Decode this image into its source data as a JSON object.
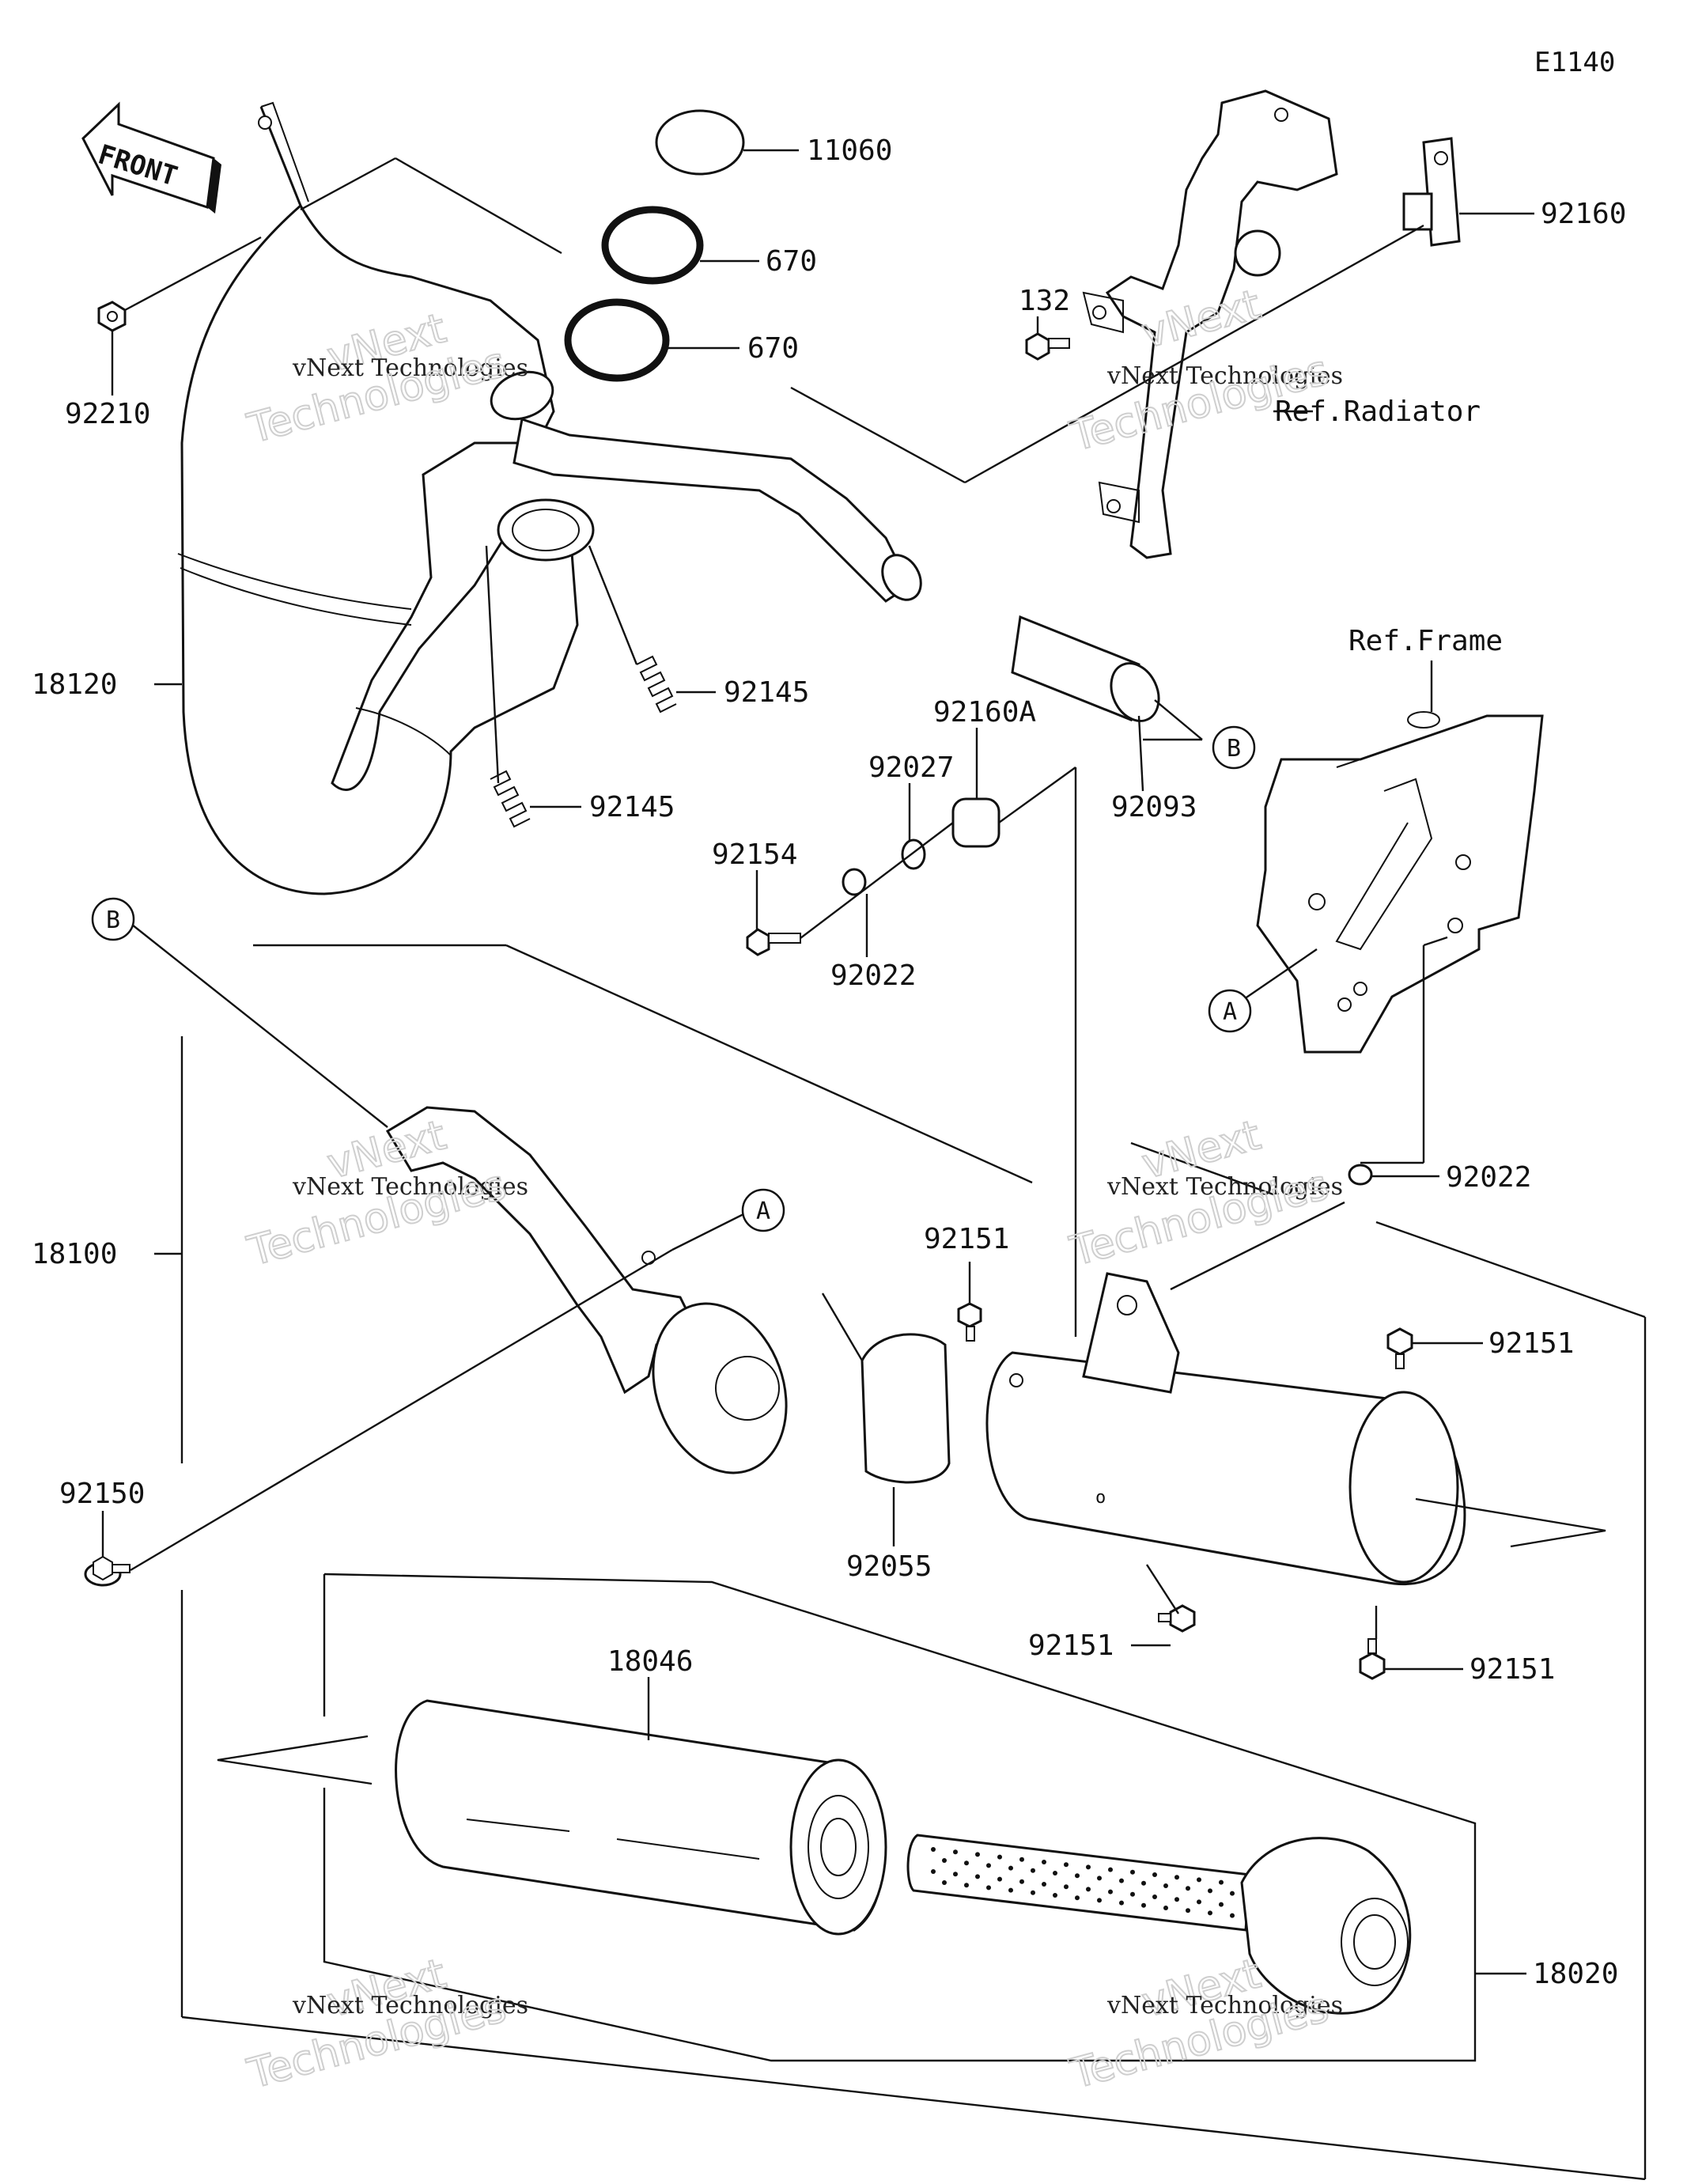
{
  "diagram_code": "E1140",
  "front_label": "FRONT",
  "watermark": {
    "line1": "vNext Technologies",
    "line2": "vNext",
    "line3": "Technologies"
  },
  "references": {
    "radiator": "Ref.Radiator",
    "frame": "Ref.Frame"
  },
  "markers": {
    "a": "A",
    "b": "B"
  },
  "parts": {
    "p11060": "11060",
    "p670_upper": "670",
    "p670_lower": "670",
    "p92160": "92160",
    "p132": "132",
    "p92210": "92210",
    "p18120": "18120",
    "p92145_upper": "92145",
    "p92145_lower": "92145",
    "p92093": "92093",
    "p92160A": "92160A",
    "p92027": "92027",
    "p92154": "92154",
    "p92022_upper": "92022",
    "p92022_right": "92022",
    "p18100": "18100",
    "p92151_top": "92151",
    "p92151_right": "92151",
    "p92151_bottom": "92151",
    "p92151_bottom_right": "92151",
    "p92150": "92150",
    "p92055": "92055",
    "p18046": "18046",
    "p18020": "18020"
  }
}
